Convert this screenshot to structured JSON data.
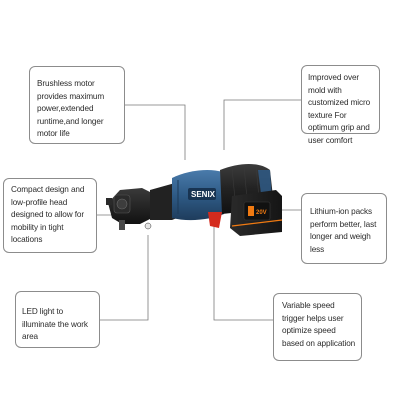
{
  "callouts": {
    "motor": {
      "text": "Brushless motor provides maximum power,extended runtime,and longer motor life"
    },
    "mold": {
      "text": "Improved over mold with customized micro texture For optimum grip and user comfort"
    },
    "compact": {
      "text": "Compact design and low-profile head designed to allow for mobility in tight locations"
    },
    "battery": {
      "text": "Lithium-ion packs perform better, last longer and weigh less"
    },
    "led": {
      "text": "LED light to illuminate the work area"
    },
    "trigger": {
      "text": "Variable speed trigger helps user optimize speed based on application"
    }
  },
  "product": {
    "brand": "SENIX",
    "battery_voltage": "20V",
    "colors": {
      "housing": "#2f5b86",
      "housing_dark": "#1f3f60",
      "grip": "#232323",
      "head": "#1c1c1c",
      "trigger": "#d42b1e",
      "battery_accent": "#f07a12"
    }
  },
  "leader_color": "#7a7a7a"
}
